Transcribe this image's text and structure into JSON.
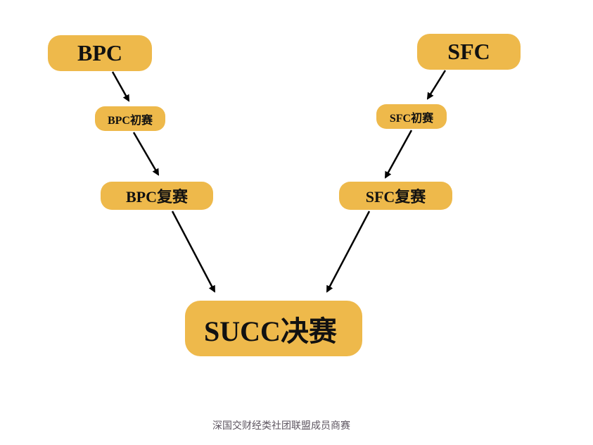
{
  "nodes": {
    "bpc": "BPC",
    "sfc": "SFC",
    "bpc_prelim": "BPC初赛",
    "sfc_prelim": "SFC初赛",
    "bpc_semi": "BPC复赛",
    "sfc_semi": "SFC复赛",
    "succ_final": "SUCC决赛"
  },
  "caption": "深国交财经类社团联盟成员商赛",
  "colors": {
    "node_fill": "#eeb94b",
    "arrow": "#000000",
    "caption": "#5d5560"
  }
}
